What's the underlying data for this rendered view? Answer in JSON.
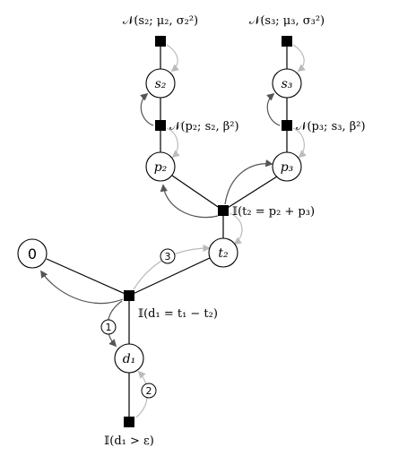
{
  "variables": {
    "s2": "s₂",
    "s3": "s₃",
    "p2": "p₂",
    "p3": "p₃",
    "t2": "t₂",
    "zero": "0",
    "d1": "d₁"
  },
  "factors": {
    "prior_s2": "𝒩(s₂; μ₂, σ₂²)",
    "prior_s3": "𝒩(s₃; μ₃, σ₃²)",
    "perf_p2": "𝒩(p₂; s₂, β²)",
    "perf_p3": "𝒩(p₃; s₃, β²)",
    "team_sum": "𝕀(t₂ = p₂ + p₃)",
    "diff": "𝕀(d₁ = t₁ − t₂)",
    "outcome": "𝕀(d₁ > ε)"
  },
  "steps": [
    "1",
    "2",
    "3"
  ],
  "colors": {
    "message_dark": "#555555",
    "message_light": "#bbbbbb"
  }
}
